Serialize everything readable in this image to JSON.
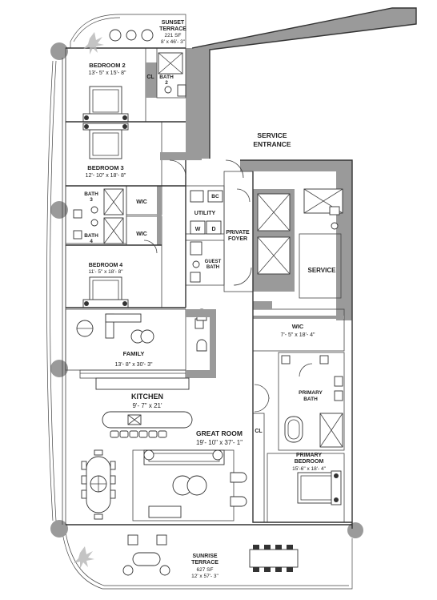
{
  "rooms": {
    "sunset_terrace": {
      "name": "SUNSET\nTERRACE",
      "l1": "SUNSET",
      "l2": "TERRACE",
      "area": "221 SF",
      "dims": "8' x 46'- 3\""
    },
    "bedroom2": {
      "name": "BEDROOM 2",
      "dims": "13'- 5\" x 15'- 8\""
    },
    "cl_top": {
      "name": "CL"
    },
    "bath2": {
      "l1": "BATH",
      "l2": "2"
    },
    "service_entrance": {
      "l1": "SERVICE",
      "l2": "ENTRANCE"
    },
    "bedroom3": {
      "name": "BEDROOM 3",
      "dims": "12'- 10\" x 18'- 8\""
    },
    "bath3": {
      "l1": "BATH",
      "l2": "3"
    },
    "bath4": {
      "l1": "BATH",
      "l2": "4"
    },
    "wic_top": {
      "name": "WIC"
    },
    "wic_mid": {
      "name": "WIC"
    },
    "bc": {
      "name": "BC"
    },
    "utility": {
      "name": "UTILITY"
    },
    "washer": {
      "name": "W"
    },
    "dryer": {
      "name": "D"
    },
    "private_foyer": {
      "l1": "PRIVATE",
      "l2": "FOYER"
    },
    "guest_bath": {
      "l1": "GUEST",
      "l2": "BATH"
    },
    "service": {
      "name": "SERVICE"
    },
    "bedroom4": {
      "name": "BEDROOM 4",
      "dims": "11'- 5\" x 18'- 8\""
    },
    "family": {
      "name": "FAMILY",
      "dims": "13'- 8\" x 30'- 3\""
    },
    "wic_primary": {
      "name": "WIC",
      "dims": "7'- 5\" x 18'- 4\""
    },
    "primary_bath": {
      "l1": "PRIMARY",
      "l2": "BATH"
    },
    "kitchen": {
      "name": "KITCHEN",
      "dims": "9'- 7\" x 21'"
    },
    "great_room": {
      "name": "GREAT ROOM",
      "dims": "19'- 10\" x 37'- 1\""
    },
    "cl_low": {
      "name": "CL"
    },
    "primary_bedroom": {
      "l1": "PRIMARY",
      "l2": "BEDROOM",
      "dims": "15'-6\" x 18'- 4\""
    },
    "sunrise_terrace": {
      "l1": "SUNRISE",
      "l2": "TERRACE",
      "area": "627 SF",
      "dims": "12' x 57'- 3\""
    }
  },
  "colors": {
    "wall": "#9a9a9a",
    "line": "#333333",
    "plant": "#b5b5b5"
  }
}
